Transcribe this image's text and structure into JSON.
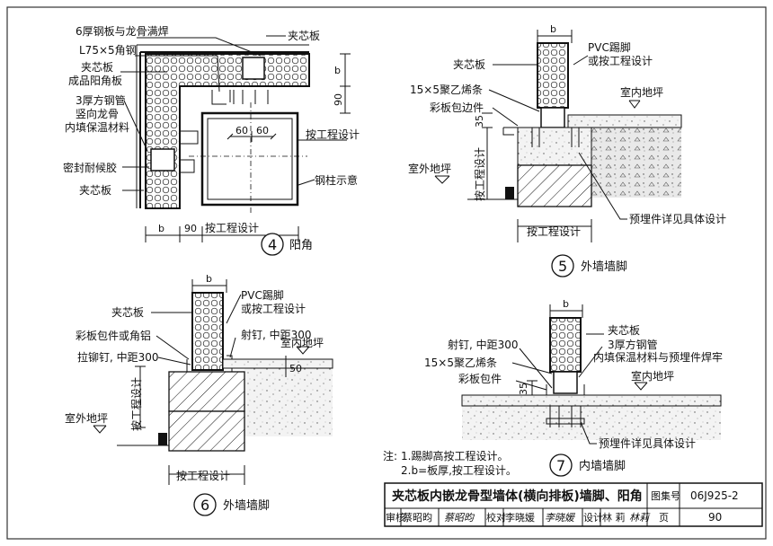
{
  "sheet": {
    "title": "夹芯板内嵌龙骨型墙体(横向排板)墙脚、阳角",
    "atlas_label": "图集号",
    "atlas_no": "06J925-2",
    "page_label": "页",
    "page_no": "90",
    "review_label": "审核",
    "reviewer": "蔡昭昀",
    "reviewer_sign": "蔡昭昀",
    "check_label": "校对",
    "checker": "李晓媛",
    "checker_sign": "李晓媛",
    "design_label": "设计",
    "designer": "林  莉",
    "designer_sign": "林莉"
  },
  "notes": {
    "head": "注:",
    "line1": "1.踢脚高按工程设计。",
    "line2": "2.b=板厚,按工程设计。"
  },
  "d4": {
    "num": "4",
    "caption": "阳角",
    "lbl_weld": "6厚钢板与龙骨满焊",
    "lbl_sandwich_top": "夹芯板",
    "lbl_angle": "L75×5角钢",
    "lbl_corner_a": "夹芯板",
    "lbl_corner_b": "成品阳角板",
    "lbl_tube_a": "3厚方钢管",
    "lbl_tube_b": "竖向龙骨",
    "lbl_tube_c": "内填保温材料",
    "lbl_sealant": "密封耐候胶",
    "lbl_sandwich_bottom": "夹芯板",
    "lbl_design_right": "按工程设计",
    "lbl_column": "钢柱示意",
    "lbl_design_bottom": "按工程设计",
    "dim_b_right": "b",
    "dim_90_right": "90",
    "dim_60a": "60",
    "dim_60b": "60",
    "dim_b_bottom": "b",
    "dim_90_bottom": "90"
  },
  "d5": {
    "num": "5",
    "caption": "外墙墙脚",
    "dim_b": "b",
    "lbl_pvc_a": "PVC踢脚",
    "lbl_pvc_b": "或按工程设计",
    "lbl_sandwich": "夹芯板",
    "lbl_indoor": "室内地坪",
    "lbl_strip": "15×5聚乙烯条",
    "lbl_trim": "彩板包边件",
    "dim_35": "35",
    "lbl_design_vertical": "按工程设计",
    "lbl_outdoor": "室外地坪",
    "lbl_embed": "预埋件详见具体设计",
    "lbl_design_bottom": "按工程设计"
  },
  "d6": {
    "num": "6",
    "caption": "外墙墙脚",
    "dim_b": "b",
    "lbl_sandwich": "夹芯板",
    "lbl_pvc_a": "PVC踢脚",
    "lbl_pvc_b": "或按工程设计",
    "lbl_trim": "彩板包件或角铝",
    "lbl_nail": "射钉, 中距300",
    "lbl_indoor": "室内地坪",
    "lbl_rivet": "拉铆钉, 中距300",
    "dim_50": "50",
    "lbl_design_vertical": "按工程设计",
    "lbl_outdoor": "室外地坪",
    "lbl_design_bottom": "按工程设计"
  },
  "d7": {
    "num": "7",
    "caption": "内墙墙脚",
    "dim_b": "b",
    "lbl_sandwich": "夹芯板",
    "lbl_nail": "射钉, 中距300",
    "lbl_tube_a": "3厚方钢管",
    "lbl_tube_b": "内填保温材料与预埋件焊牢",
    "lbl_strip": "15×5聚乙烯条",
    "lbl_trim": "彩板包件",
    "lbl_indoor": "室内地坪",
    "dim_35": "35",
    "lbl_embed": "预埋件详见具体设计"
  }
}
